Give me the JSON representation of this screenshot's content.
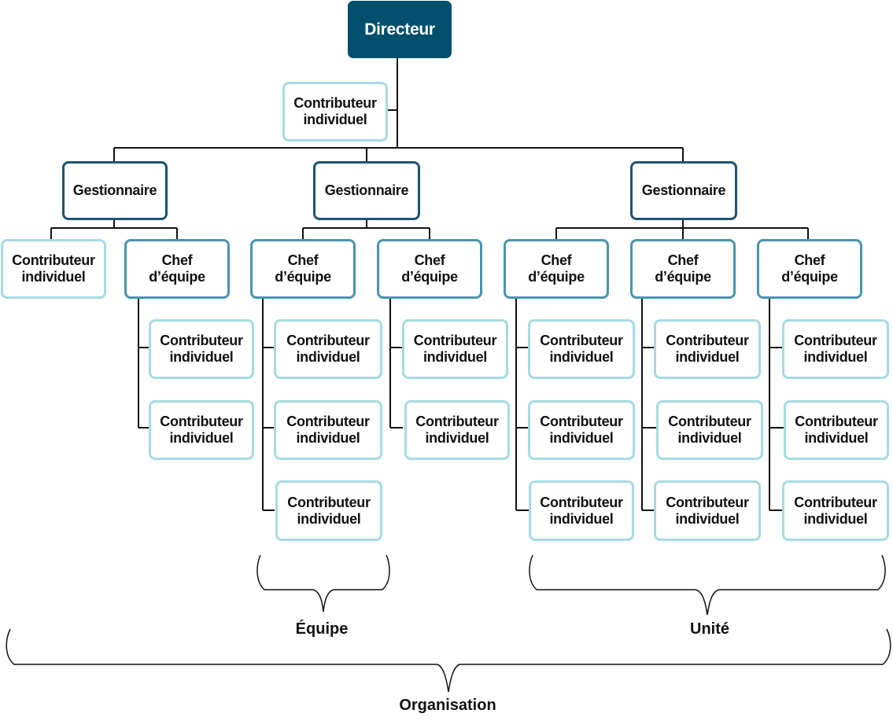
{
  "directeur": "Directeur",
  "contributeur": "Contributeur\nindividuel",
  "gestionnaire": "Gestionnaire",
  "chef": "Chef\nd’équipe",
  "labels": {
    "equipe": "Équipe",
    "unite": "Unité",
    "organisation": "Organisation"
  },
  "colors": {
    "directeur_fill": "#024f6d",
    "gestionnaire_border": "#1c5570",
    "chef_border": "#4b94ad",
    "contributeur_border": "#a6dbe0",
    "lines": "#111111"
  }
}
